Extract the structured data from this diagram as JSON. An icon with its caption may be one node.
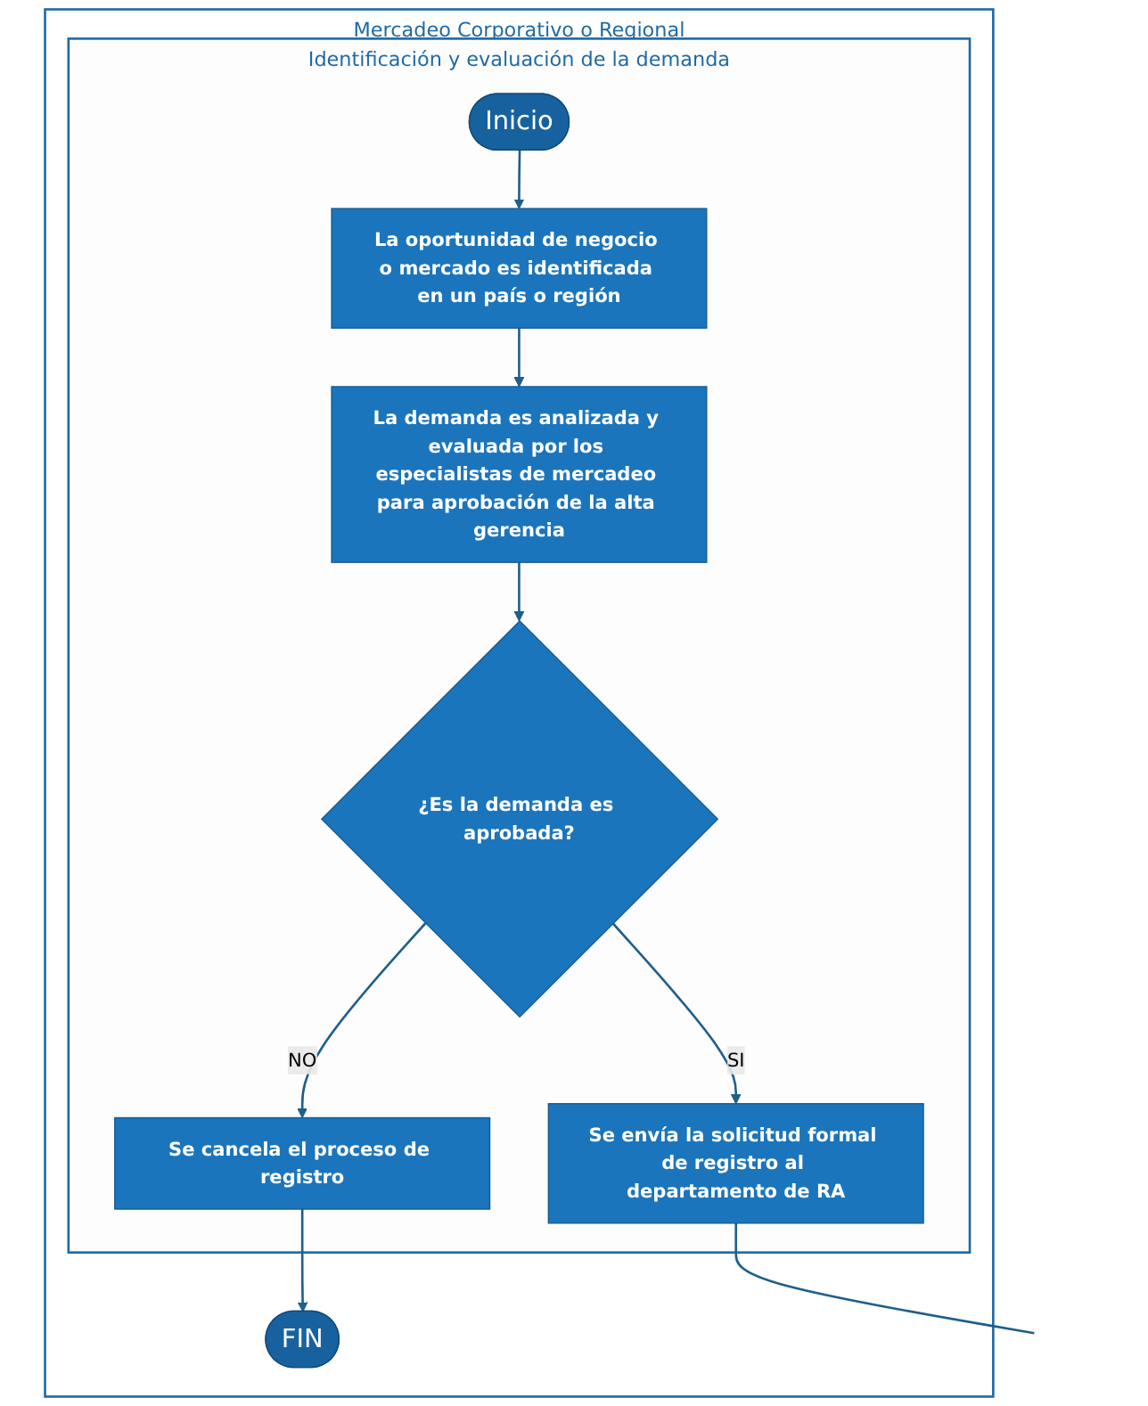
{
  "diagram": {
    "nodes": [
      {
        "text": [
          "Mercadeo Corporativo o Regional"
        ]
      },
      {
        "text": [
          "Identificación y evaluación de la demanda"
        ],
        "in": 0
      },
      {
        "text": [
          "Inicio"
        ],
        "in": 1
      },
      {
        "text": [
          "La oportunidad de negocio o mercado es identificada en un país o región"
        ],
        "in": 1
      },
      {
        "text": [
          "La demanda es analizada y evaluada por los especialistas de mercadeo para aprobación de la alta gerencia"
        ],
        "in": 1
      },
      {
        "text": [
          "¿Es la demanda es aprobada?"
        ],
        "in": 1
      },
      {
        "text": [
          "Se cancela el proceso de registro"
        ],
        "in": 1
      },
      {
        "text": [
          "Se envía la solicitud formal de registro al departamento de RA"
        ],
        "in": 1
      },
      {
        "text": [
          "FIN"
        ],
        "in": 0
      }
    ],
    "edges": [
      {
        "from": 2,
        "to": 3,
        "arrow": "to"
      },
      {
        "from": 3,
        "to": 4,
        "arrow": "to"
      },
      {
        "from": 4,
        "to": 5,
        "arrow": "to"
      },
      {
        "from": 5,
        "to": 6,
        "arrow": "to",
        "label": "NO"
      },
      {
        "from": 5,
        "to": 7,
        "arrow": "to",
        "label": "SI"
      },
      {
        "from": 6,
        "to": 8,
        "arrow": "to"
      },
      {
        "from": 7,
        "to": null,
        "arrow": "none"
      }
    ]
  }
}
